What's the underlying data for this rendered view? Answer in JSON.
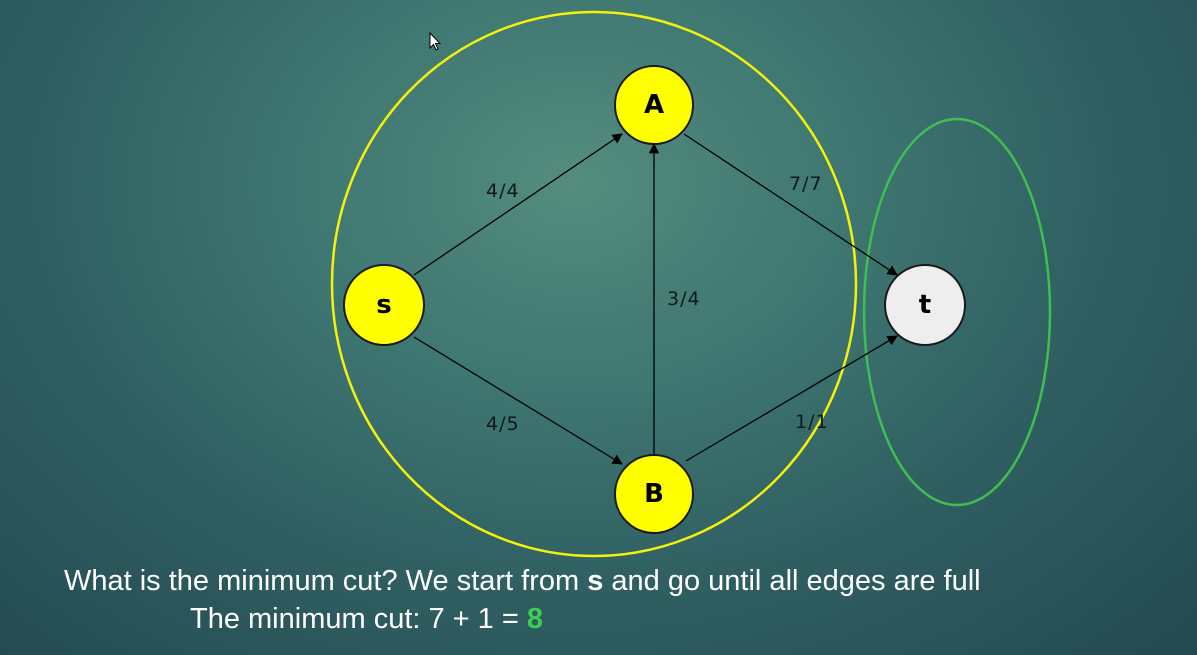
{
  "nodes": {
    "s": "s",
    "a": "A",
    "b": "B",
    "t": "t"
  },
  "edges": {
    "s_a": "4/4",
    "s_b": "4/5",
    "b_a": "3/4",
    "a_t": "7/7",
    "b_t": "1/1"
  },
  "caption": {
    "line1_before": "What is the minimum cut? We start from",
    "line1_bold": "s",
    "line1_after": "and go until all edges are full",
    "line2_before": "The minimum cut: 7 + 1 =",
    "line2_result": "8"
  },
  "colors": {
    "source_side_cut": "#f4f20a",
    "sink_side_cut": "#3fbf4f",
    "node_fill_source": "#ffff00",
    "node_fill_sink": "#eeeeee",
    "result_highlight": "#3fcc55"
  },
  "icons": {
    "cursor": "mouse-pointer-icon"
  }
}
